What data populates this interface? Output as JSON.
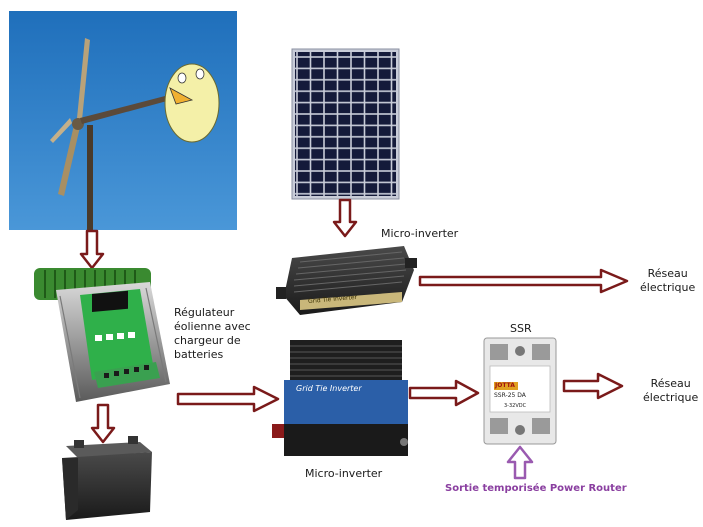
{
  "labels": {
    "micro_inverter_top": "Micro-inverter",
    "micro_inverter_bottom": "Micro-inverter",
    "regulator": [
      "Régulateur",
      "éolienne avec",
      "chargeur de",
      "batteries"
    ],
    "reseau_top": [
      "Réseau",
      "électrique"
    ],
    "reseau_bottom": [
      "Réseau",
      "électrique"
    ],
    "ssr": "SSR",
    "power_router": "Sortie temporisée Power Router"
  },
  "device_text": {
    "ssr_brand": "JOTTA",
    "ssr_model": "SSR-25 DA",
    "ssr_input": "3-32VDC",
    "inverter_top_name": "Grid Tie Inverter",
    "inverter_bottom_name": "Grid Tie Inverter"
  },
  "colors": {
    "arrow_dark_red": "#7a1a1a",
    "arrow_purple": "#9a5ab0",
    "sky": "#2f7fc7",
    "regulator_green": "#2fb04a"
  }
}
